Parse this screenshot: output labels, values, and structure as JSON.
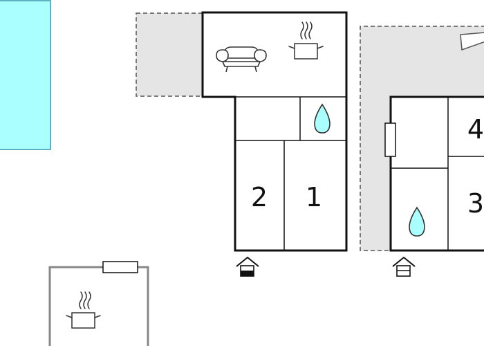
{
  "floorplan": {
    "rooms": [
      {
        "id": "bedroom-2",
        "label": "2"
      },
      {
        "id": "bedroom-1",
        "label": "1"
      },
      {
        "id": "bedroom-4",
        "label": "4"
      },
      {
        "id": "bedroom-3",
        "label": "3"
      }
    ],
    "icons": [
      {
        "id": "sofa",
        "icon": "sofa-icon"
      },
      {
        "id": "kitchen-main",
        "icon": "cooking-pot-icon"
      },
      {
        "id": "bathroom-main",
        "icon": "water-drop-icon"
      },
      {
        "id": "bathroom-right",
        "icon": "water-drop-icon"
      },
      {
        "id": "entrance-main",
        "icon": "entrance-icon"
      },
      {
        "id": "entrance-right",
        "icon": "entrance-icon"
      },
      {
        "id": "kitchen-annex",
        "icon": "cooking-pot-icon"
      },
      {
        "id": "arrow",
        "icon": "direction-arrow-icon"
      }
    ],
    "colors": {
      "wall": "#111111",
      "outline_grey": "#888888",
      "terrace_fill": "#e5e5e5",
      "pool_fill": "#aaffff",
      "pool_stroke": "#6cb8c8",
      "water_fill": "#aaffff",
      "icon_stroke": "#333333"
    }
  }
}
